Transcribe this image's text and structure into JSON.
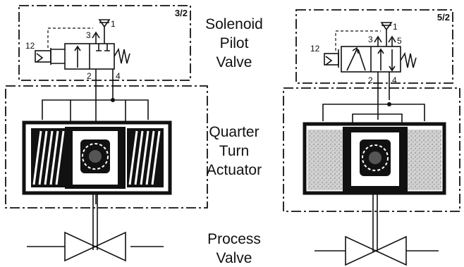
{
  "labels": {
    "solenoid": [
      "Solenoid",
      "Pilot",
      "Valve"
    ],
    "actuator": [
      "Quarter",
      "Turn",
      "Actuator"
    ],
    "process": [
      "Process",
      "Valve"
    ]
  },
  "left_diagram": {
    "tag": "3/2",
    "ports": {
      "p1": "1",
      "p2": "2",
      "p3": "3",
      "p4": "4",
      "p12": "12"
    }
  },
  "right_diagram": {
    "tag": "5/2",
    "ports": {
      "p1": "1",
      "p2": "2",
      "p3": "3",
      "p4": "4",
      "p5": "5",
      "p12": "12"
    }
  },
  "colors": {
    "ink": "#111111",
    "fill_texture": "#c8c8c8",
    "background": "#ffffff"
  }
}
